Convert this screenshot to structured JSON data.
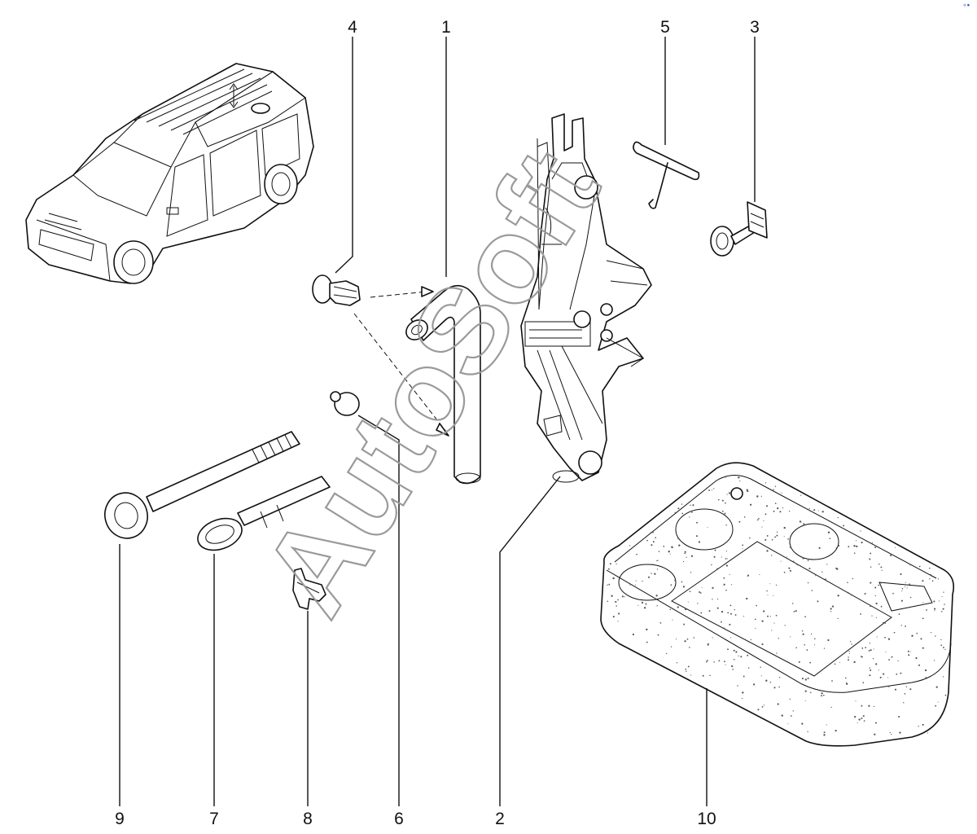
{
  "watermark": "AutoSoft",
  "corner_mark": "°•",
  "callouts": [
    {
      "id": "c1",
      "label": "1"
    },
    {
      "id": "c2",
      "label": "2"
    },
    {
      "id": "c3",
      "label": "3"
    },
    {
      "id": "c4",
      "label": "4"
    },
    {
      "id": "c5",
      "label": "5"
    },
    {
      "id": "c6",
      "label": "6"
    },
    {
      "id": "c7",
      "label": "7"
    },
    {
      "id": "c8",
      "label": "8"
    },
    {
      "id": "c9",
      "label": "9"
    },
    {
      "id": "c10",
      "label": "10"
    }
  ]
}
